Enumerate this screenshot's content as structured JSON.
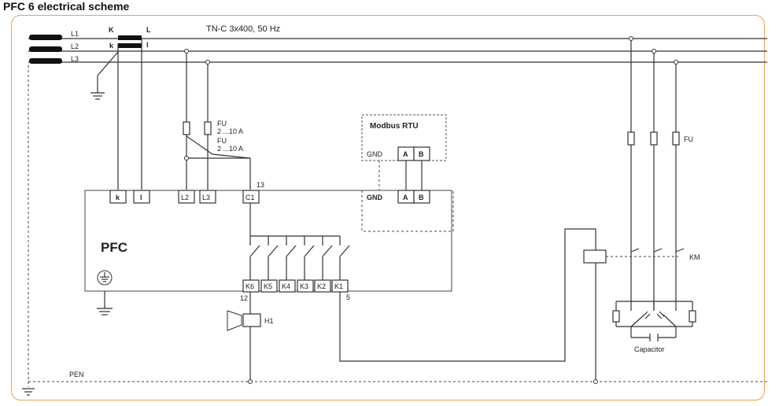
{
  "title": "PFC 6 electrical scheme",
  "supply": "TN-C 3x400, 50 Hz",
  "lines": {
    "l1": "L1",
    "l2": "L2",
    "l3": "L3",
    "pen": "PEN"
  },
  "ct": {
    "K": "K",
    "k_small": "k",
    "L": "L",
    "l_small": "l"
  },
  "fuses": {
    "fu": "FU",
    "range1": "2 ...10 A",
    "range2": "2 ...10 A",
    "fu_right": "FU"
  },
  "modbus": {
    "title": "Modbus RTU",
    "gnd": "GND",
    "a": "A",
    "b": "B"
  },
  "pfc": {
    "name": "PFC",
    "terminals": [
      "k",
      "l",
      "L2",
      "L3",
      "C1"
    ],
    "relays": [
      "K6",
      "K5",
      "K4",
      "K3",
      "K2",
      "K1"
    ],
    "gnd": "GND",
    "a": "A",
    "b": "B",
    "num_13": "13",
    "num_12": "12",
    "num_5": "5"
  },
  "horn": "H1",
  "contactor": "KM",
  "capacitor": "Capacitor"
}
